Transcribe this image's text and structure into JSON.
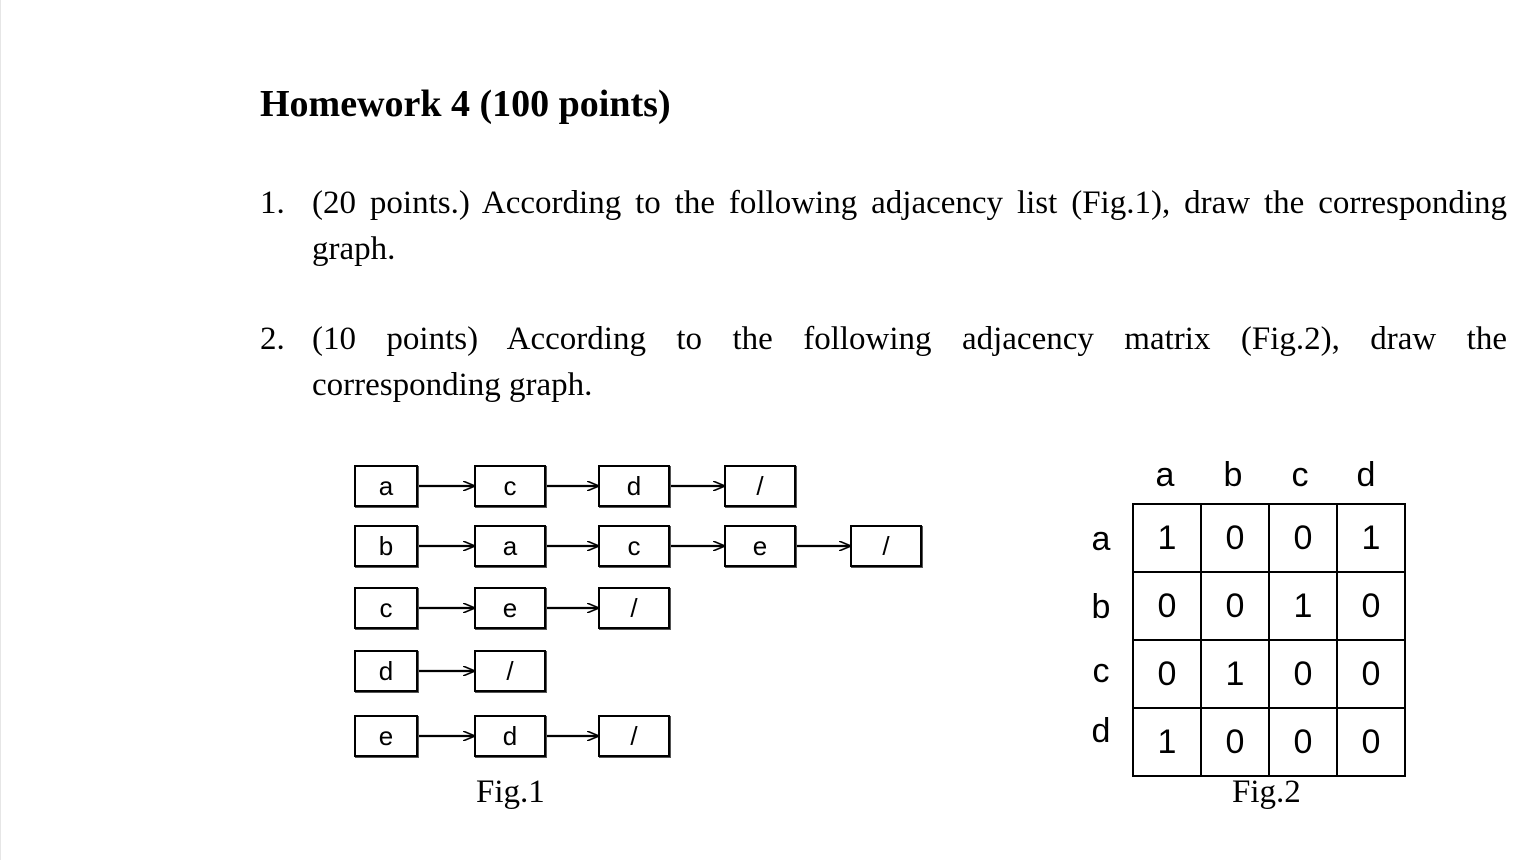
{
  "title": "Homework 4 (100 points)",
  "questions": [
    {
      "number": "1.",
      "line1": "(20 points.) According to the following adjacency list (Fig.1), draw the corresponding",
      "line2": "graph."
    },
    {
      "number": "2.",
      "line1": "(10 points) According to the following adjacency matrix (Fig.2), draw the",
      "line2": "corresponding graph."
    }
  ],
  "fig1": {
    "caption": "Fig.1",
    "rows": [
      [
        "a",
        "c",
        "d",
        "/"
      ],
      [
        "b",
        "a",
        "c",
        "e",
        "/"
      ],
      [
        "c",
        "e",
        "/"
      ],
      [
        "d",
        "/"
      ],
      [
        "e",
        "d",
        "/"
      ]
    ]
  },
  "fig2": {
    "caption": "Fig.2",
    "col_labels": [
      "a",
      "b",
      "c",
      "d"
    ],
    "row_labels": [
      "a",
      "b",
      "c",
      "d"
    ],
    "matrix": [
      [
        "1",
        "0",
        "0",
        "1"
      ],
      [
        "0",
        "0",
        "1",
        "0"
      ],
      [
        "0",
        "1",
        "0",
        "0"
      ],
      [
        "1",
        "0",
        "0",
        "0"
      ]
    ]
  }
}
